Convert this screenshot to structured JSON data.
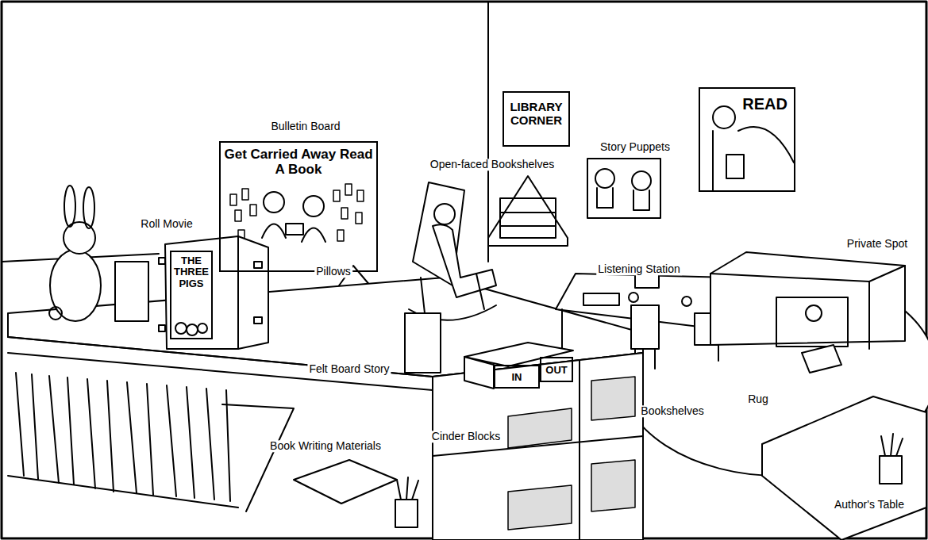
{
  "diagram": {
    "nodes": [
      {
        "text": [
          "Get Carried Away Read A Book"
        ]
      },
      {
        "text": [
          "THE THREE PIGS"
        ]
      },
      {
        "text": [
          "LIBRARY CORNER"
        ]
      },
      {
        "text": [
          "READ"
        ]
      },
      {
        "text": [
          "IN"
        ]
      },
      {
        "text": [
          "OUT"
        ]
      }
    ],
    "edges": [],
    "labels": [
      "Bulletin Board",
      "Roll Movie",
      "Pillows",
      "Open-faced Bookshelves",
      "Story Puppets",
      "Listening Station",
      "Private Spot",
      "Felt Board Story",
      "Rug",
      "Bookshelves",
      "Book Writing Materials",
      "Cinder Blocks",
      "Author's Table"
    ]
  }
}
